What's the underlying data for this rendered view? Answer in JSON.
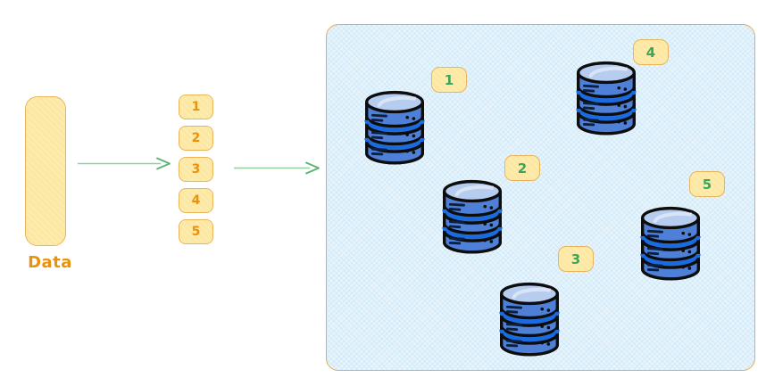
{
  "diagram": {
    "source": {
      "label": "Data"
    },
    "partitions": [
      "1",
      "2",
      "3",
      "4",
      "5"
    ],
    "cluster": {
      "nodes": [
        {
          "label": "1"
        },
        {
          "label": "2"
        },
        {
          "label": "3"
        },
        {
          "label": "4"
        },
        {
          "label": "5"
        }
      ]
    },
    "colors": {
      "shape_fill": "#fce8a2",
      "shape_border": "#ecb45a",
      "container_fill": "#e8f4fc",
      "container_border": "#dfae5e",
      "orange_text": "#e8920e",
      "green_text": "#3fa45b",
      "arrow_green": "#7cc48d",
      "db_body_blue": "#4e80d8",
      "db_top_blue": "#b7cdf0",
      "db_band_blue": "#1b6be0"
    }
  }
}
